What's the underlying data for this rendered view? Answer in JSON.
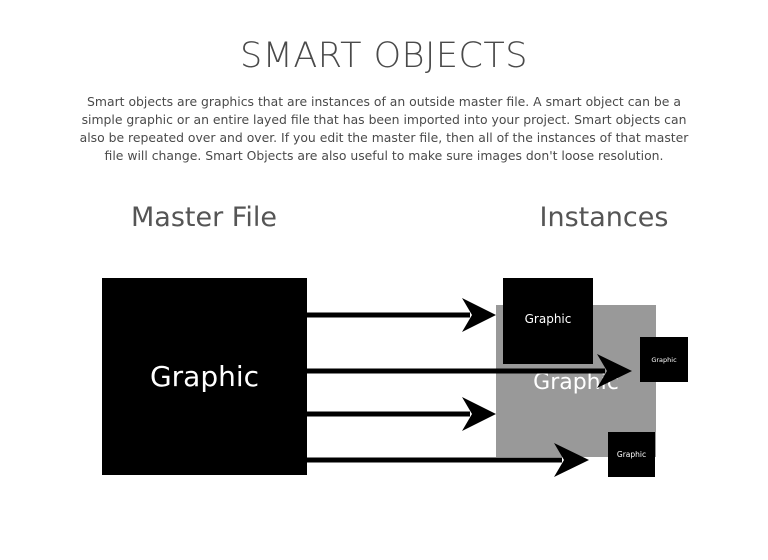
{
  "title": "SMART OBJECTS",
  "description": "Smart objects are graphics that are instances of an outside master file. A smart object can be a simple graphic or an entire layed file that has been imported into your project. Smart objects can also be repeated over and over. If you edit the master file, then all of the instances of that master file will change. Smart Objects are also useful to make sure images don't loose resolution.",
  "columns": {
    "master_heading": "Master File",
    "instances_heading": "Instances"
  },
  "master_box": {
    "label": "Graphic",
    "color": "#000000"
  },
  "instances": [
    {
      "label": "Graphic",
      "color": "#999999"
    },
    {
      "label": "Graphic",
      "color": "#000000"
    },
    {
      "label": "Graphic",
      "color": "#000000"
    },
    {
      "label": "Graphic",
      "color": "#000000"
    }
  ],
  "arrow_color": "#000000"
}
